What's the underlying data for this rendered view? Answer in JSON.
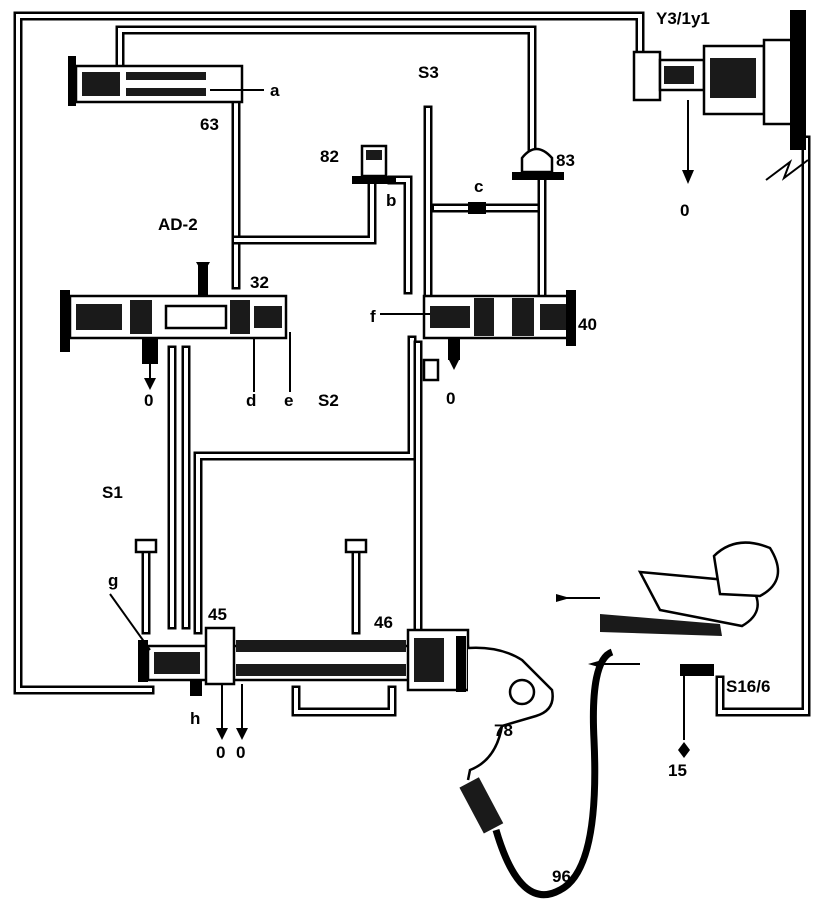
{
  "labels": {
    "y3": "Y3/1y1",
    "a": "a",
    "n63": "63",
    "s3": "S3",
    "n82": "82",
    "n83": "83",
    "b": "b",
    "c": "c",
    "ad2": "AD-2",
    "n32": "32",
    "f": "f",
    "n40": "40",
    "d": "d",
    "e": "e",
    "s2": "S2",
    "s1": "S1",
    "g": "g",
    "n45": "45",
    "n46": "46",
    "h": "h",
    "n78": "78",
    "s16": "S16/6",
    "n15": "15",
    "n96": "96",
    "zero_y3": "0",
    "zero_left": "0",
    "zero_mid": "0",
    "zero_bot1": "0",
    "zero_bot2": "0"
  }
}
